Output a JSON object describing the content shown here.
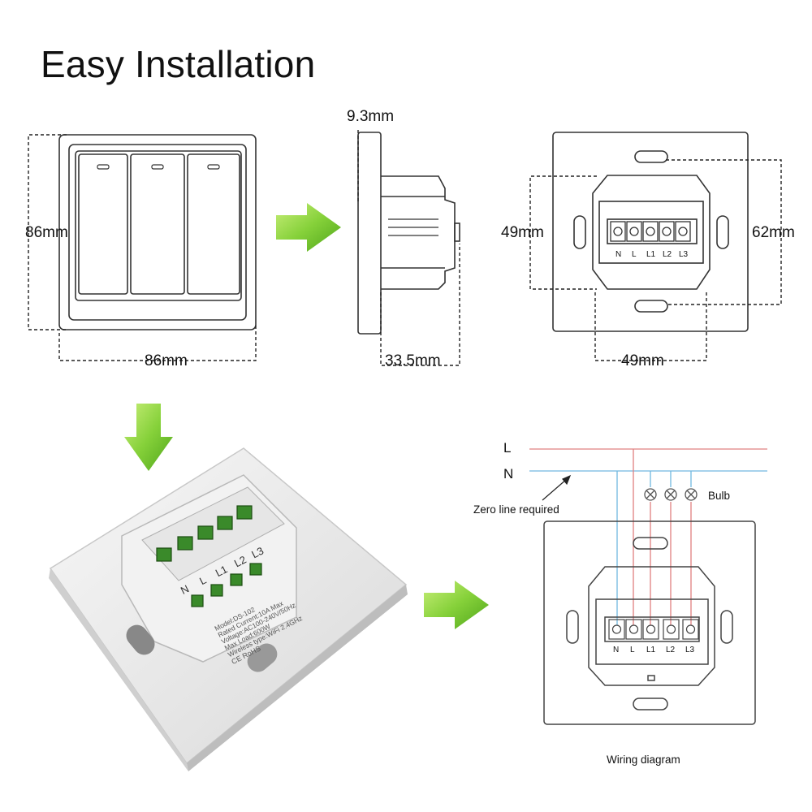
{
  "title": "Easy Installation",
  "dimensions": {
    "front_height": "86mm",
    "front_width": "86mm",
    "side_depth_top": "9.3mm",
    "side_depth_total": "33.5mm",
    "back_box_height": "49mm",
    "back_screw_spacing": "62mm",
    "back_box_width": "49mm"
  },
  "product_label": {
    "lines": [
      "Model:DS-102",
      "Rated Current:10A Max",
      "Voltage:AC100-240V/50Hz",
      "Max Load:600W",
      "Wireless type:WiFi 2.4GHz"
    ],
    "certs": "CE RoHS"
  },
  "terminals": [
    "N",
    "L",
    "L1",
    "L2",
    "L3"
  ],
  "wiring": {
    "line_l": "L",
    "line_n": "N",
    "zero_note": "Zero line required",
    "bulb_label": "Bulb",
    "caption": "Wiring diagram"
  },
  "colors": {
    "arrow_green": "#7cc934",
    "wire_red": "#e08080",
    "wire_blue": "#70b8e0"
  }
}
